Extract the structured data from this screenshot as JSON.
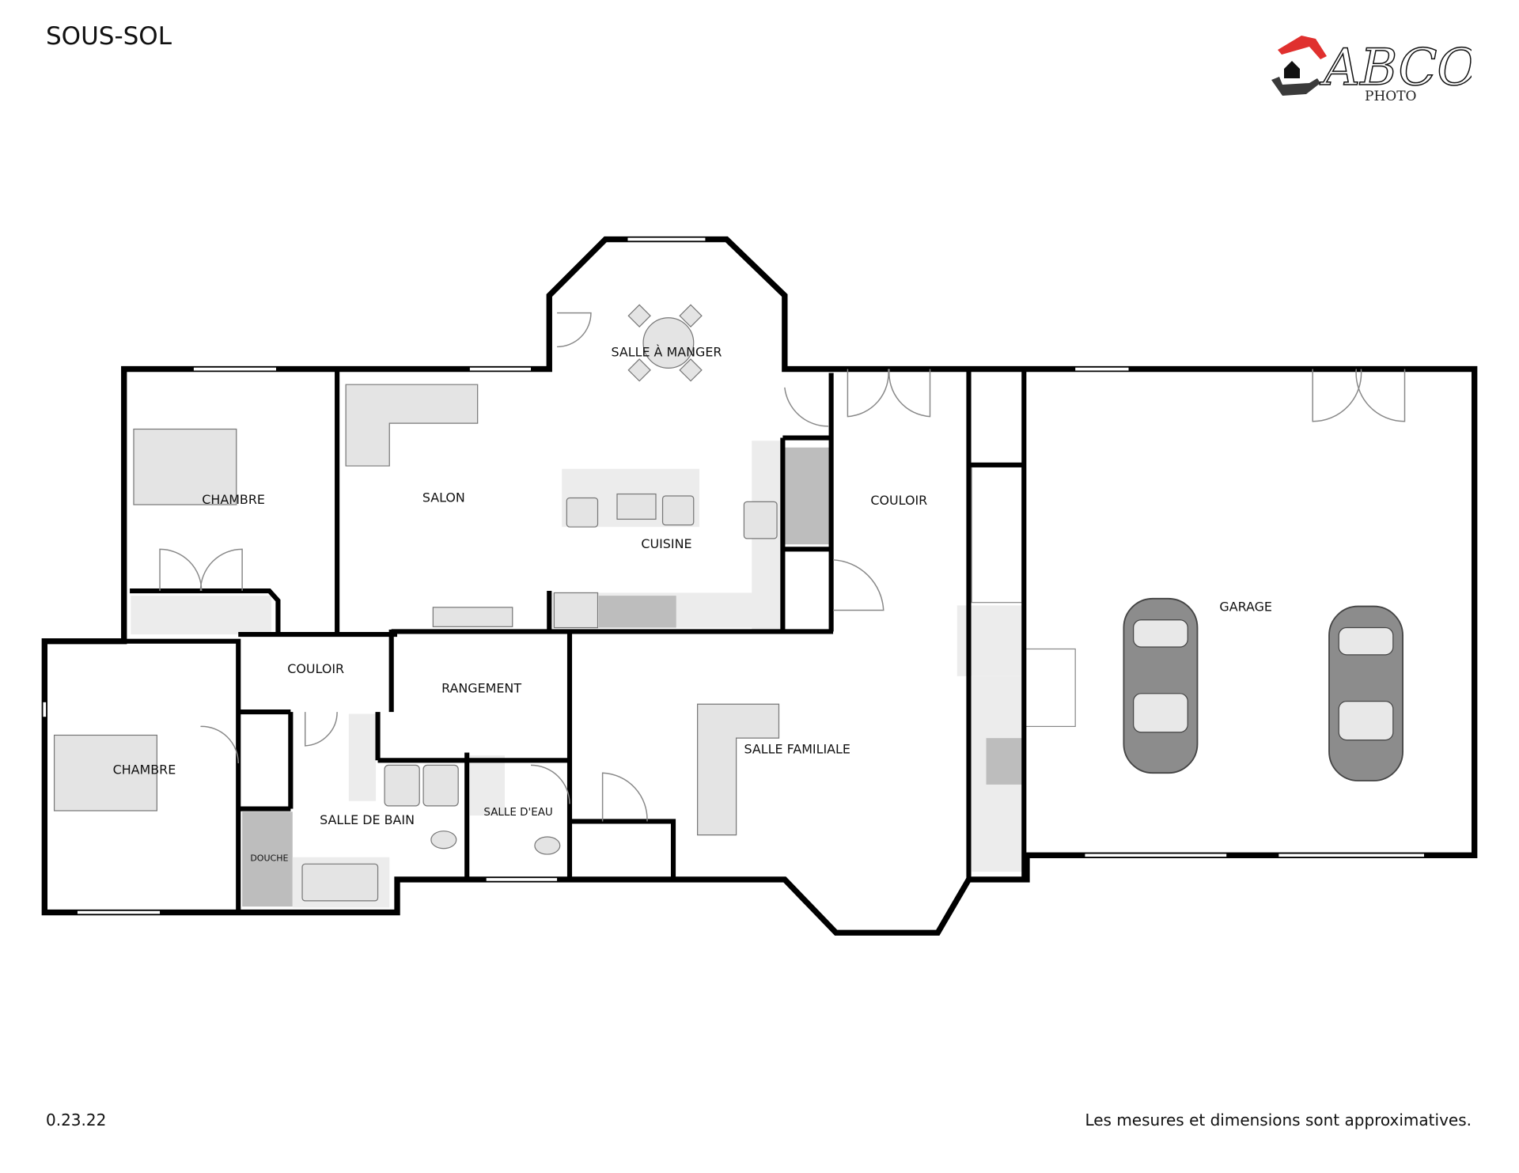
{
  "header": {
    "title": "SOUS-SOL"
  },
  "logo": {
    "brand": "ABCO",
    "sub": "PHOTO",
    "colors": {
      "red": "#e0302e",
      "dark": "#3a3a3a"
    }
  },
  "rooms": {
    "chambre_1": "CHAMBRE",
    "salon": "SALON",
    "salle_a_manger": "SALLE À MANGER",
    "cuisine": "CUISINE",
    "couloir_1": "COULOIR",
    "garage": "GARAGE",
    "couloir_2": "COULOIR",
    "rangement": "RANGEMENT",
    "chambre_2": "CHAMBRE",
    "salle_familiale": "SALLE FAMILIALE",
    "salle_de_bain": "SALLE DE BAIN",
    "salle_d_eau": "SALLE D'EAU",
    "douche": "DOUCHE"
  },
  "footer": {
    "version": "0.23.22",
    "disclaimer": "Les mesures et dimensions sont approximatives."
  }
}
